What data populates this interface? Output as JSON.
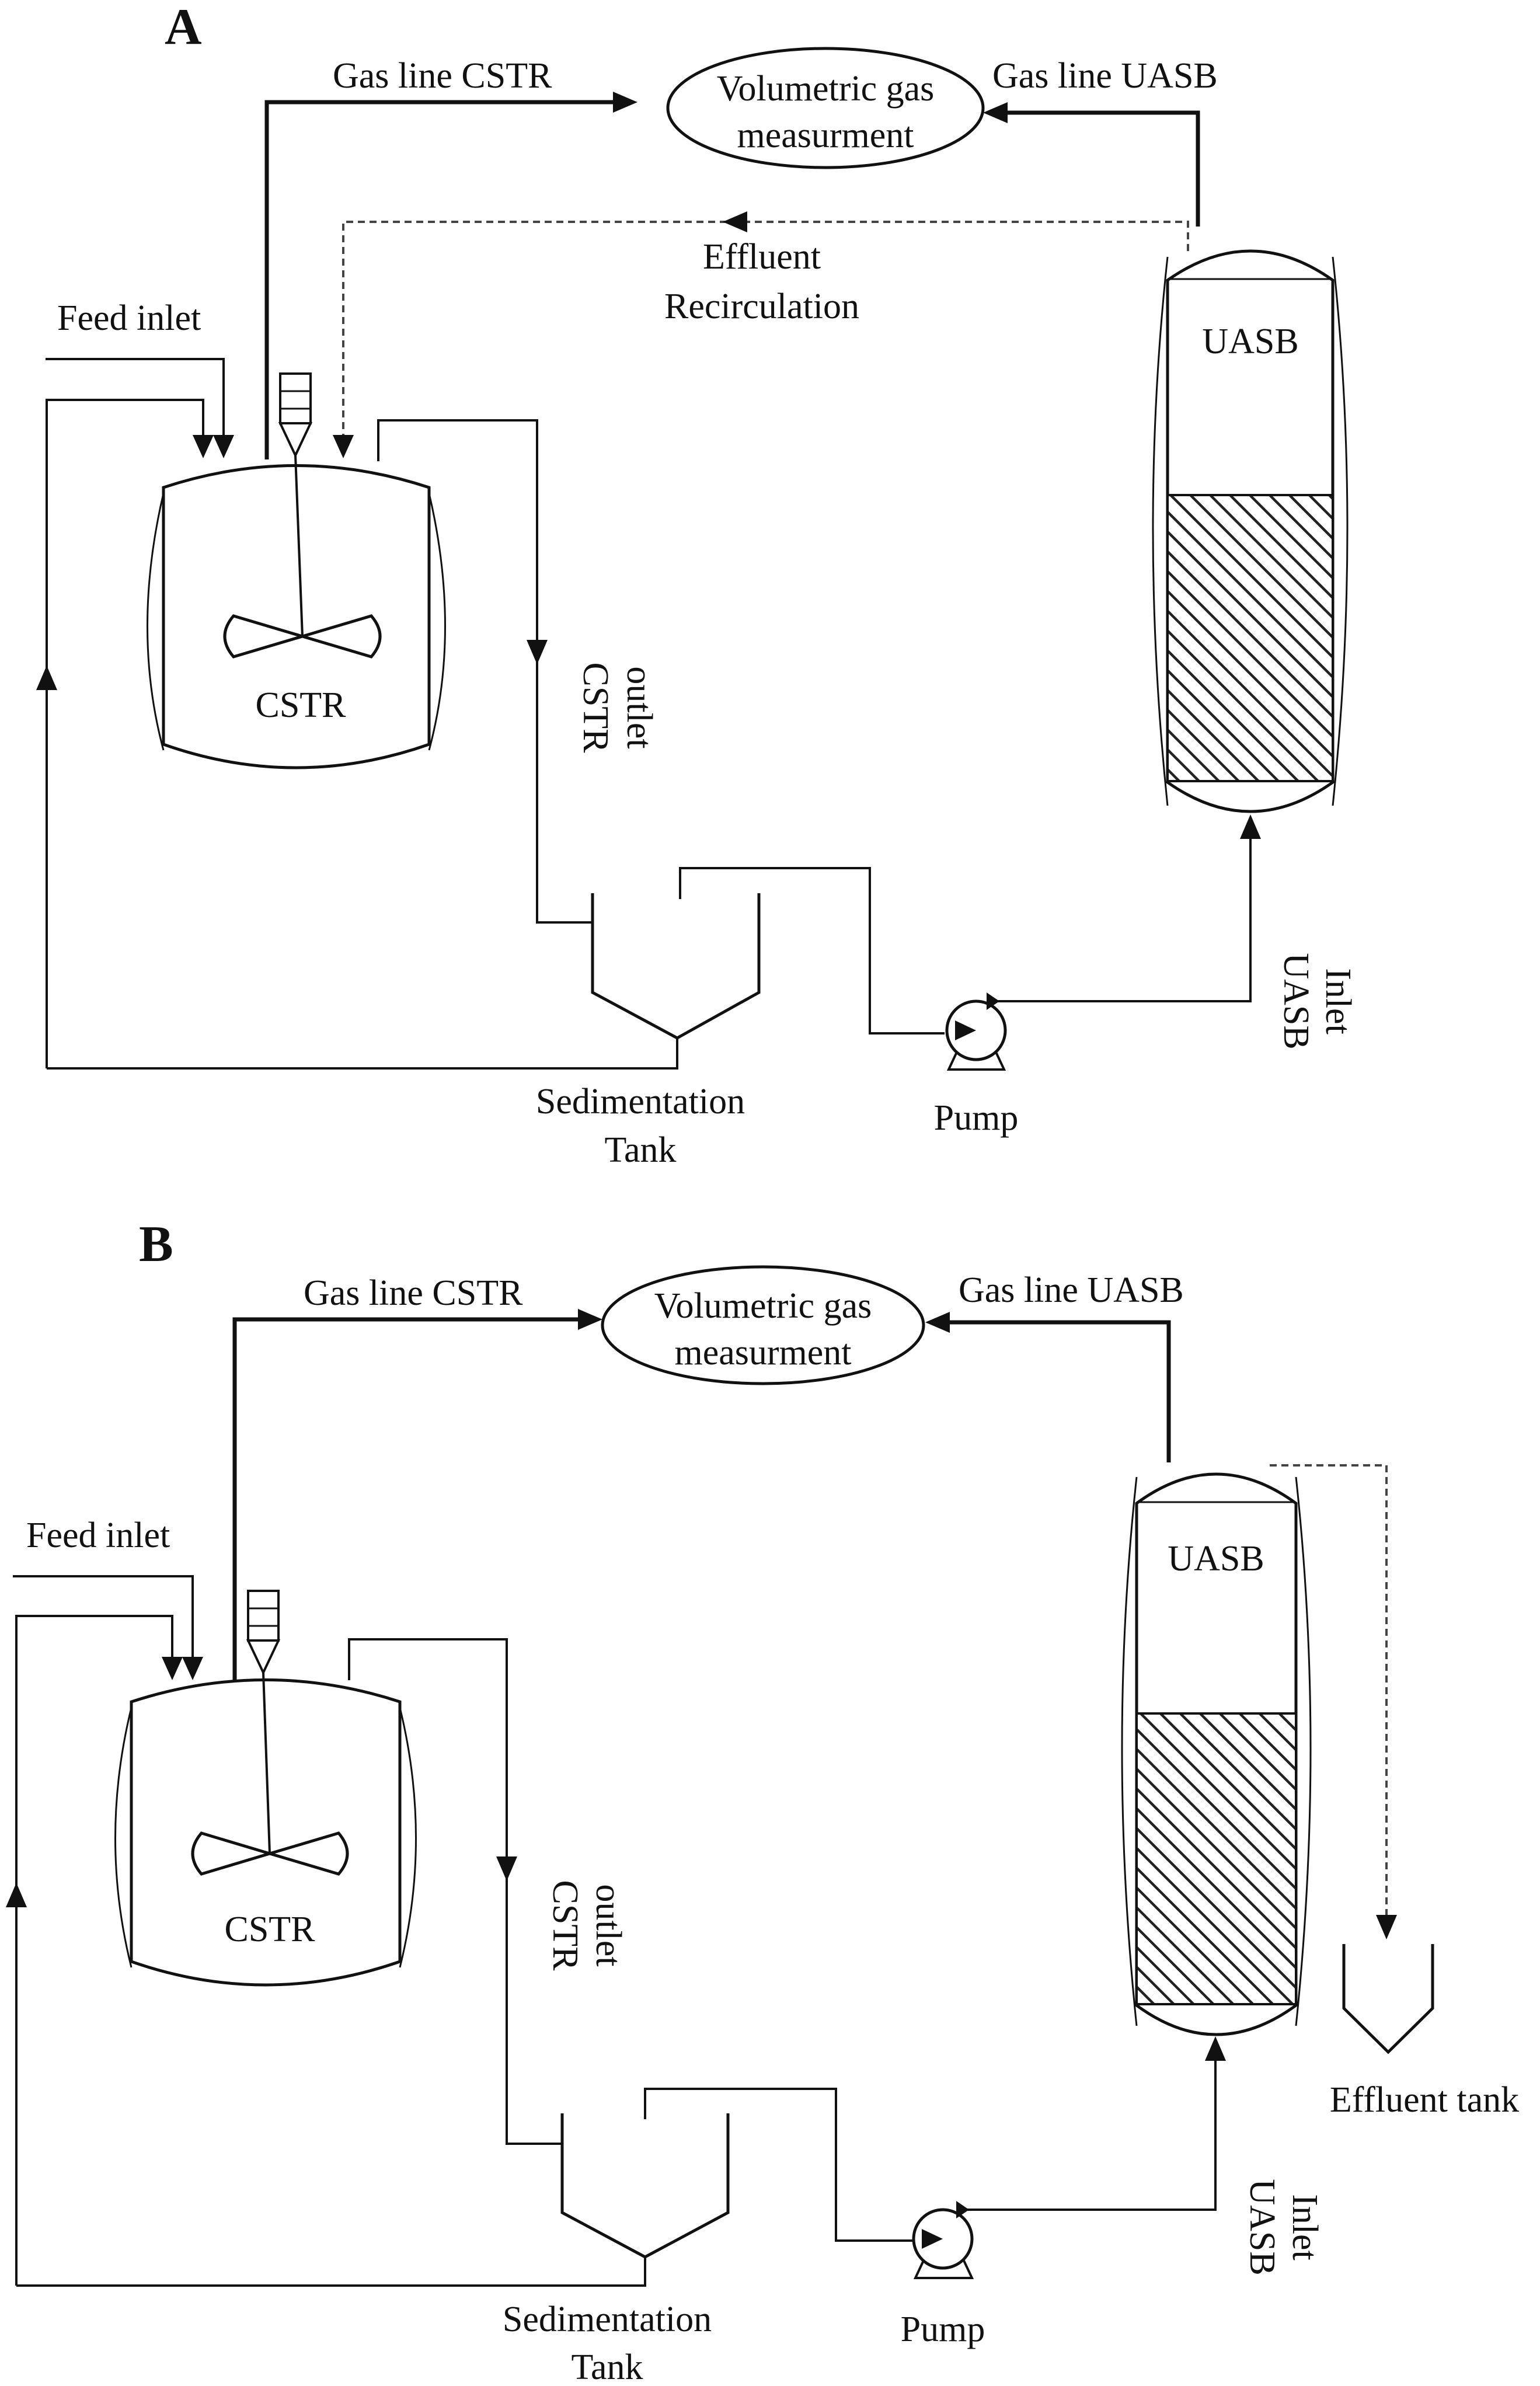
{
  "panels": [
    {
      "letter": "A",
      "gas_line_cstr": "Gas line CSTR",
      "gas_line_uasb": "Gas line UASB",
      "volumetric_gas_line1": "Volumetric gas",
      "volumetric_gas_line2": "measurment",
      "effluent_line1": "Effluent",
      "effluent_line2": "Recirculation",
      "feed_inlet": "Feed inlet",
      "cstr": "CSTR",
      "uasb": "UASB",
      "cstr_outlet_line1": "CSTR",
      "cstr_outlet_line2": "outlet",
      "sedimentation_line1": "Sedimentation",
      "sedimentation_line2": "Tank",
      "pump": "Pump",
      "uasb_inlet_line1": "UASB",
      "uasb_inlet_line2": "Inlet"
    },
    {
      "letter": "B",
      "gas_line_cstr": "Gas line CSTR",
      "gas_line_uasb": "Gas line UASB",
      "volumetric_gas_line1": "Volumetric gas",
      "volumetric_gas_line2": "measurment",
      "feed_inlet": "Feed inlet",
      "cstr": "CSTR",
      "uasb": "UASB",
      "cstr_outlet_line1": "CSTR",
      "cstr_outlet_line2": "outlet",
      "sedimentation_line1": "Sedimentation",
      "sedimentation_line2": "Tank",
      "pump": "Pump",
      "uasb_inlet_line1": "UASB",
      "uasb_inlet_line2": "Inlet",
      "effluent_tank": "Effluent tank"
    }
  ]
}
